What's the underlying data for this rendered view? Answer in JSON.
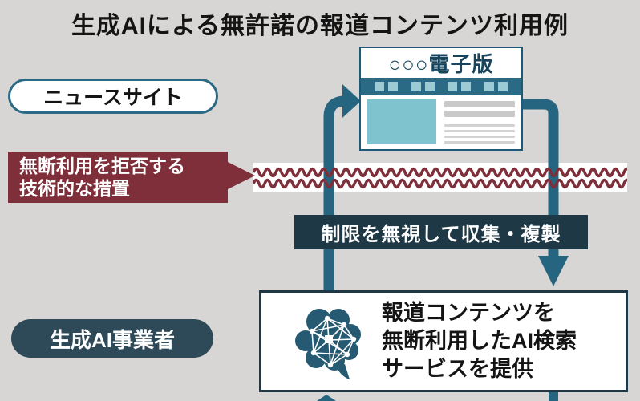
{
  "title": "生成AIによる無許諾の報道コンテンツ利用例",
  "news_site": {
    "label": "ニュースサイト"
  },
  "newspaper": {
    "masthead": "○○○電子版"
  },
  "blocking_measure": {
    "line1": "無断利用を拒否する",
    "line2": "技術的な措置"
  },
  "collection": {
    "label": "制限を無視して収集・複製"
  },
  "ai_operator": {
    "label": "生成AI事業者"
  },
  "ai_service": {
    "line1": "報道コンテンツを",
    "line2": "無断利用したAI検索",
    "line3": "サービスを提供"
  },
  "icons": {
    "ai_brain": "brain-network-icon"
  },
  "colors": {
    "background": "#d7d6d4",
    "teal_arrow": "#26657f",
    "newspaper_teal": "#2a6a84",
    "light_blue": "#7fc3ce",
    "dark_navy": "#1e3846",
    "pill_navy": "#2e4a59",
    "maroon": "#7e2f3a",
    "text_black": "#141414",
    "white": "#ffffff"
  }
}
